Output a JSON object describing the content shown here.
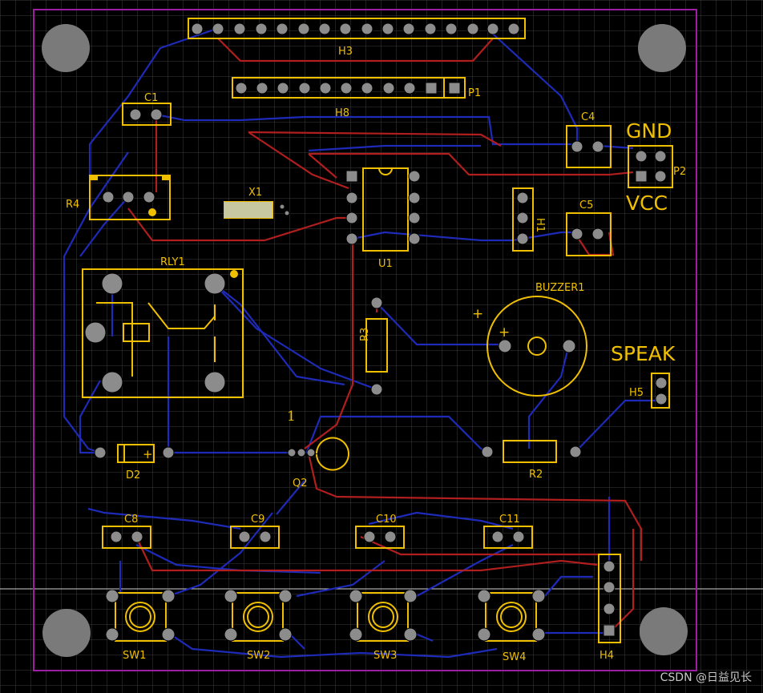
{
  "labels": {
    "h3": "H3",
    "h8": "H8",
    "p1": "P1",
    "c1": "C1",
    "c4": "C4",
    "c5": "C5",
    "gnd": "GND",
    "vcc": "VCC",
    "p2": "P2",
    "r4": "R4",
    "x1": "X1",
    "h1": "H1",
    "u1": "U1",
    "rly1": "RLY1",
    "buzzer1": "BUZZER1",
    "plus": "+",
    "r3": "R3",
    "speak": "SPEAK",
    "h5": "H5",
    "one": "1",
    "d2": "D2",
    "q2": "Q2",
    "r2": "R2",
    "c8": "C8",
    "c9": "C9",
    "c10": "C10",
    "c11": "C11",
    "sw1": "SW1",
    "sw2": "SW2",
    "sw3": "SW3",
    "sw4": "SW4",
    "h4": "H4"
  },
  "watermark": "CSDN @日益见长",
  "colors": {
    "background": "#000000",
    "grid": "#3c3c3c",
    "board_outline": "#9b1fa0",
    "silkscreen": "#f0c000",
    "pad": "#8c8c8c",
    "top_trace": "#b01e1e",
    "bottom_trace": "#1e2ab8",
    "mounting_hole": "#7a7a7a"
  }
}
